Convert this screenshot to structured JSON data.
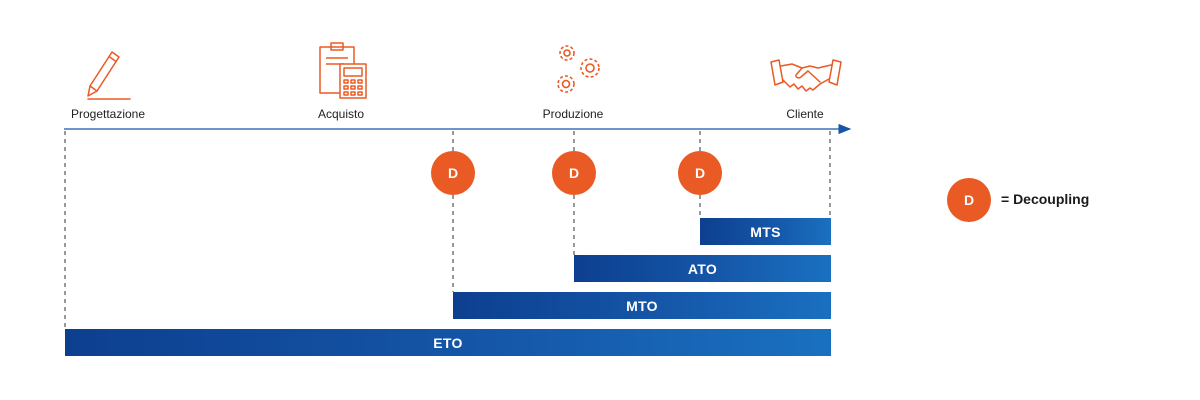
{
  "stages": [
    {
      "label": "Progettazione",
      "icon": "pencil-icon"
    },
    {
      "label": "Acquisto",
      "icon": "clipboard-calculator-icon"
    },
    {
      "label": "Produzione",
      "icon": "gears-icon"
    },
    {
      "label": "Cliente",
      "icon": "handshake-icon"
    }
  ],
  "decoupling_marker": "D",
  "bars": [
    {
      "label": "MTS"
    },
    {
      "label": "ATO"
    },
    {
      "label": "MTO"
    },
    {
      "label": "ETO"
    }
  ],
  "legend": {
    "marker": "D",
    "text": "= Decoupling"
  },
  "colors": {
    "accent_orange": "#ea5a24",
    "bar_dark_blue": "#0d3f8f",
    "bar_light_blue": "#1a70c0",
    "axis_blue": "#1556a8"
  }
}
